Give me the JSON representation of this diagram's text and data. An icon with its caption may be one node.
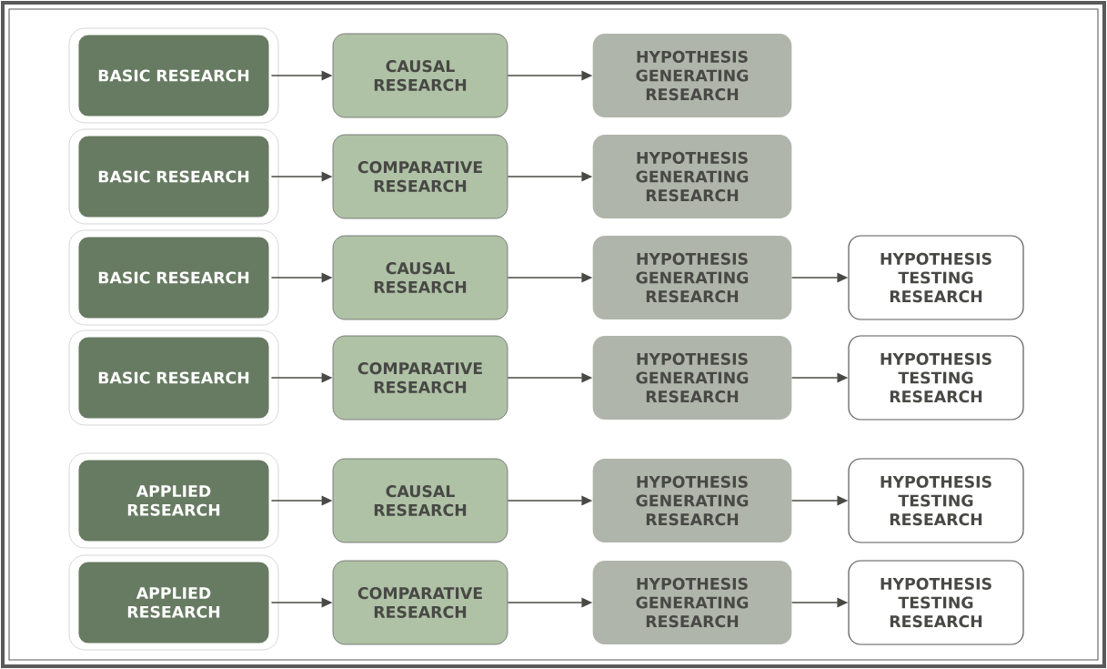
{
  "diagram": {
    "nodes": [
      {
        "text": [
          "BASIC RESEARCH"
        ]
      },
      {
        "text": [
          "CAUSAL RESEARCH"
        ]
      },
      {
        "text": [
          "HYPOTHESIS GENERATING RESEARCH"
        ]
      },
      {
        "text": [
          "BASIC RESEARCH"
        ]
      },
      {
        "text": [
          "COMPARATIVE RESEARCH"
        ]
      },
      {
        "text": [
          "HYPOTHESIS GENERATING RESEARCH"
        ]
      },
      {
        "text": [
          "BASIC RESEARCH"
        ]
      },
      {
        "text": [
          "CAUSAL RESEARCH"
        ]
      },
      {
        "text": [
          "HYPOTHESIS GENERATING RESEARCH"
        ]
      },
      {
        "text": [
          "HYPOTHESIS TESTING RESEARCH"
        ]
      },
      {
        "text": [
          "BASIC RESEARCH"
        ]
      },
      {
        "text": [
          "COMPARATIVE RESEARCH"
        ]
      },
      {
        "text": [
          "HYPOTHESIS GENERATING RESEARCH"
        ]
      },
      {
        "text": [
          "HYPOTHESIS TESTING RESEARCH"
        ]
      },
      {
        "text": [
          "APPLIED RESEARCH"
        ]
      },
      {
        "text": [
          "CAUSAL RESEARCH"
        ]
      },
      {
        "text": [
          "HYPOTHESIS GENERATING RESEARCH"
        ]
      },
      {
        "text": [
          "HYPOTHESIS TESTING RESEARCH"
        ]
      },
      {
        "text": [
          "APPLIED RESEARCH"
        ]
      },
      {
        "text": [
          "COMPARATIVE RESEARCH"
        ]
      },
      {
        "text": [
          "HYPOTHESIS GENERATING RESEARCH"
        ]
      },
      {
        "text": [
          "HYPOTHESIS TESTING RESEARCH"
        ]
      }
    ],
    "edges": [
      {
        "from": 0,
        "to": 1,
        "arrow": "to"
      },
      {
        "from": 1,
        "to": 2,
        "arrow": "to"
      },
      {
        "from": 3,
        "to": 4,
        "arrow": "to"
      },
      {
        "from": 4,
        "to": 5,
        "arrow": "to"
      },
      {
        "from": 6,
        "to": 7,
        "arrow": "to"
      },
      {
        "from": 7,
        "to": 8,
        "arrow": "to"
      },
      {
        "from": 8,
        "to": 9,
        "arrow": "to"
      },
      {
        "from": 10,
        "to": 11,
        "arrow": "to"
      },
      {
        "from": 11,
        "to": 12,
        "arrow": "to"
      },
      {
        "from": 12,
        "to": 13,
        "arrow": "to"
      },
      {
        "from": 14,
        "to": 15,
        "arrow": "to"
      },
      {
        "from": 15,
        "to": 16,
        "arrow": "to"
      },
      {
        "from": 16,
        "to": 17,
        "arrow": "to"
      },
      {
        "from": 18,
        "to": 19,
        "arrow": "to"
      },
      {
        "from": 19,
        "to": 20,
        "arrow": "to"
      },
      {
        "from": 20,
        "to": 21,
        "arrow": "to"
      }
    ]
  }
}
